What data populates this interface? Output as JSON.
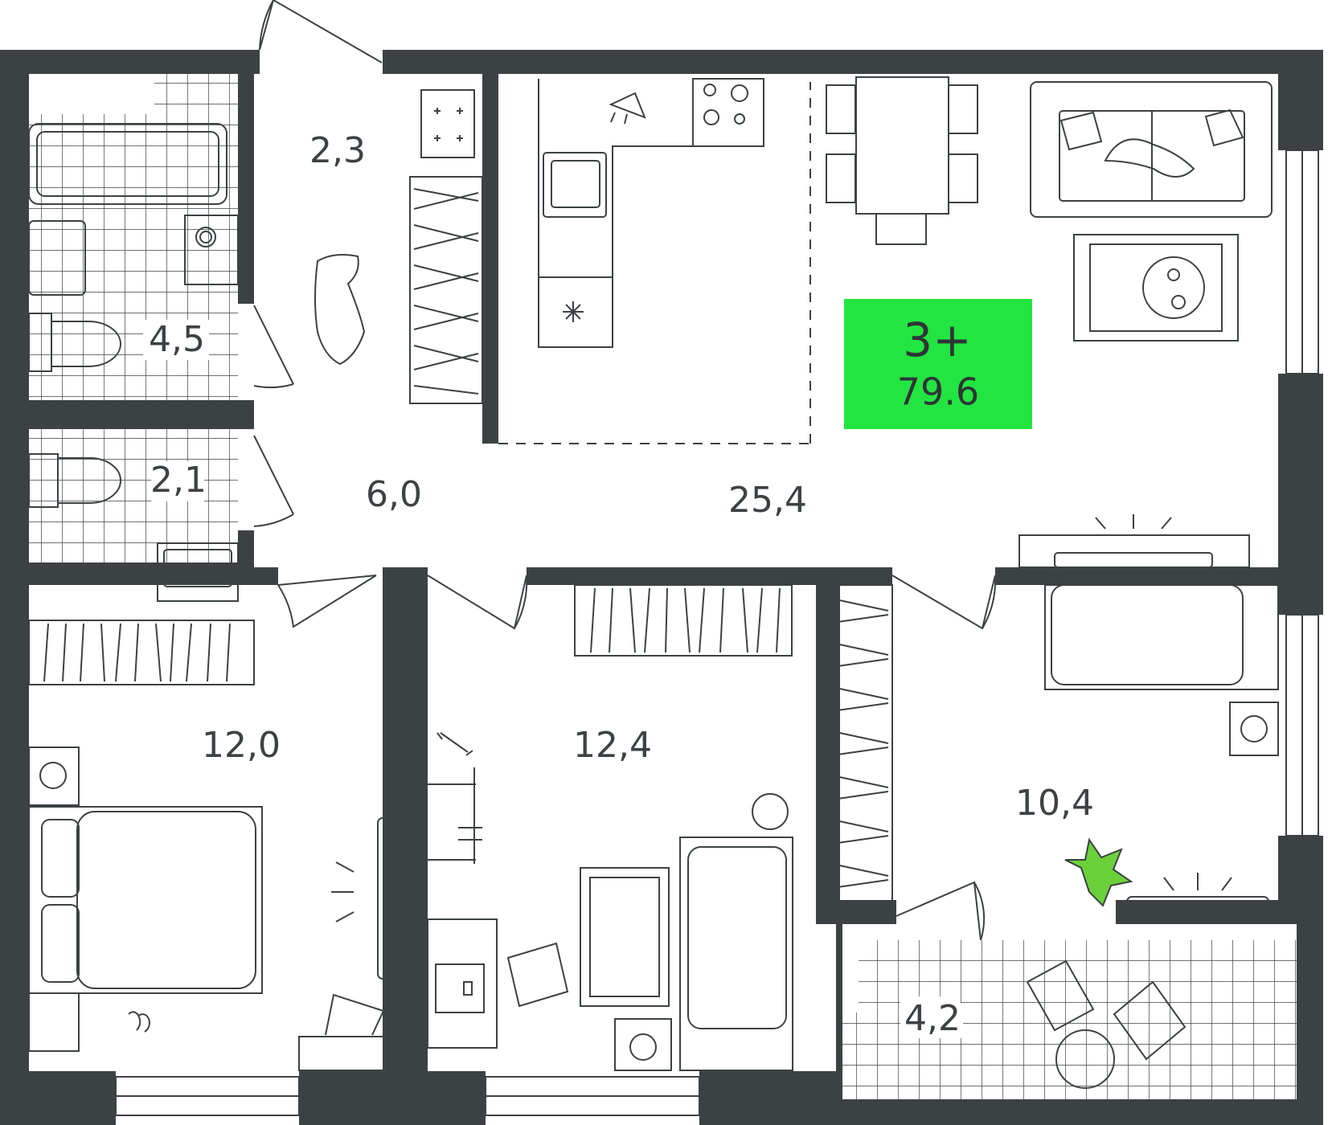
{
  "apartment": {
    "rooms": "3+",
    "total_area": "79.6",
    "badge_color": "#22e541",
    "wall_color": "#3c4244"
  },
  "rooms": [
    {
      "id": "vestibule",
      "area": "2,3"
    },
    {
      "id": "bathroom",
      "area": "4,5"
    },
    {
      "id": "toilet",
      "area": "2,1"
    },
    {
      "id": "hallway",
      "area": "6,0"
    },
    {
      "id": "kitchen-living",
      "area": "25,4"
    },
    {
      "id": "bedroom-1",
      "area": "12,0"
    },
    {
      "id": "bedroom-2",
      "area": "12,4"
    },
    {
      "id": "bedroom-3",
      "area": "10,4"
    },
    {
      "id": "balcony",
      "area": "4,2"
    }
  ]
}
